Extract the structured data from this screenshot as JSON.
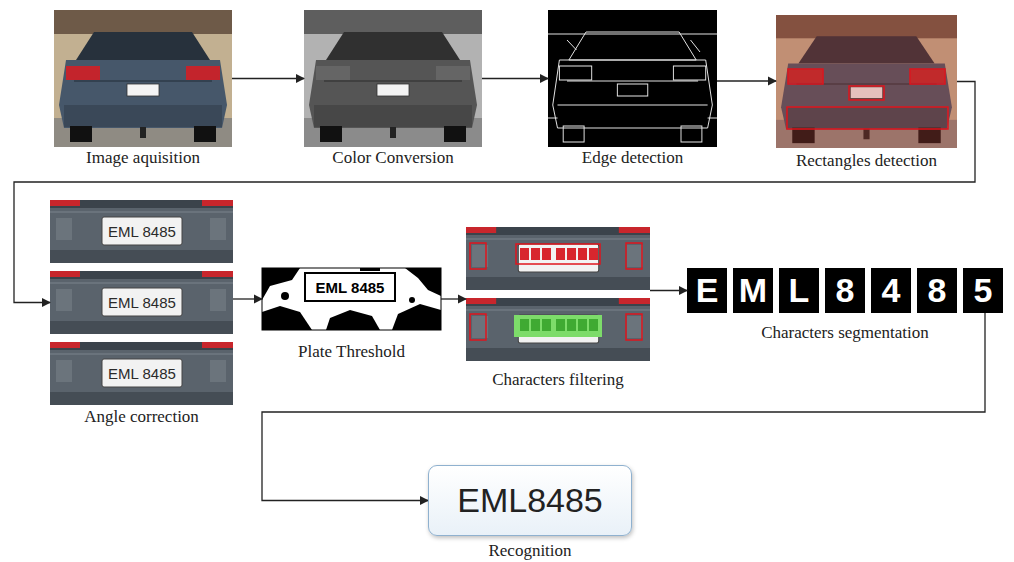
{
  "diagram": {
    "nodes": [
      {
        "text": [
          "Image aquisition"
        ]
      },
      {
        "text": [
          "Color Conversion"
        ]
      },
      {
        "text": [
          "Edge detection"
        ]
      },
      {
        "text": [
          "Rectangles detection"
        ]
      },
      {
        "text": [
          "Angle correction"
        ]
      },
      {
        "text": [
          "Plate Threshold"
        ]
      },
      {
        "text": [
          "Characters filtering"
        ]
      },
      {
        "text": [
          "Characters segmentation"
        ]
      },
      {
        "text": [
          "EML8485",
          "Recognition"
        ]
      }
    ],
    "edges": [
      {
        "from": 0,
        "to": 1,
        "arrow": "to"
      },
      {
        "from": 1,
        "to": 2,
        "arrow": "to"
      },
      {
        "from": 2,
        "to": 3,
        "arrow": "to"
      },
      {
        "from": 3,
        "to": 4,
        "arrow": "to"
      },
      {
        "from": 4,
        "to": 5,
        "arrow": "to"
      },
      {
        "from": 5,
        "to": 6,
        "arrow": "to"
      },
      {
        "from": 6,
        "to": 7,
        "arrow": "to"
      },
      {
        "from": 7,
        "to": 8,
        "arrow": "to"
      }
    ],
    "labels": [
      "EML 8485",
      "EML 8485",
      "EML 8485",
      "EML 8485",
      "E",
      "M",
      "L",
      "8",
      "4",
      "8",
      "5"
    ]
  }
}
